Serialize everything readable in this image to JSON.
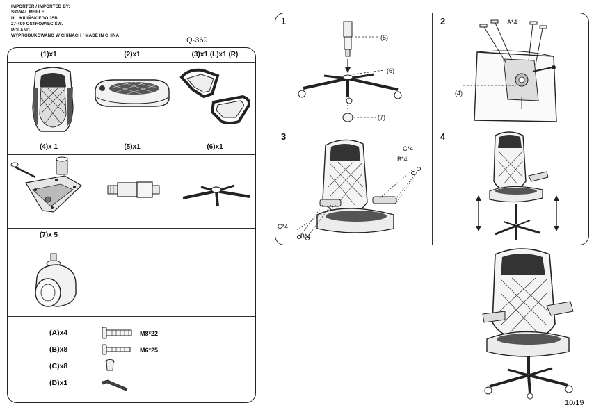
{
  "importer": {
    "lines": [
      "IMPORTER / IMPORTED BY:",
      "SIGNAL MEBLE",
      "UL. KILIŃSKIEGO 35B",
      "27-400 OSTROWIEC ŚW.",
      "POLAND",
      "WYPRODUKOWANO W CHINACH / MADE IN CHINA"
    ]
  },
  "model_code": "Q-369",
  "parts": [
    {
      "label": "(1)x1"
    },
    {
      "label": "(2)x1"
    },
    {
      "label": "(3)x1 (L)x1 (R)"
    },
    {
      "label": "(4)x 1"
    },
    {
      "label": "(5)x1"
    },
    {
      "label": "(6)x1"
    },
    {
      "label": "(7)x 5"
    }
  ],
  "hardware": [
    {
      "label": "(A)x4",
      "spec": "M8*22"
    },
    {
      "label": "(B)x8",
      "spec": "M6*25"
    },
    {
      "label": "(C)x8",
      "spec": ""
    },
    {
      "label": "(D)x1",
      "spec": ""
    }
  ],
  "steps": [
    {
      "number": "1",
      "callouts": [
        "(5)",
        "(6)",
        "(7)"
      ]
    },
    {
      "number": "2",
      "callouts": [
        "A*4",
        "(4)"
      ]
    },
    {
      "number": "3",
      "callouts": [
        "C*4",
        "B*4",
        "C*4",
        "B*4"
      ]
    },
    {
      "number": "4",
      "callouts": []
    }
  ],
  "page_number": "10/19"
}
